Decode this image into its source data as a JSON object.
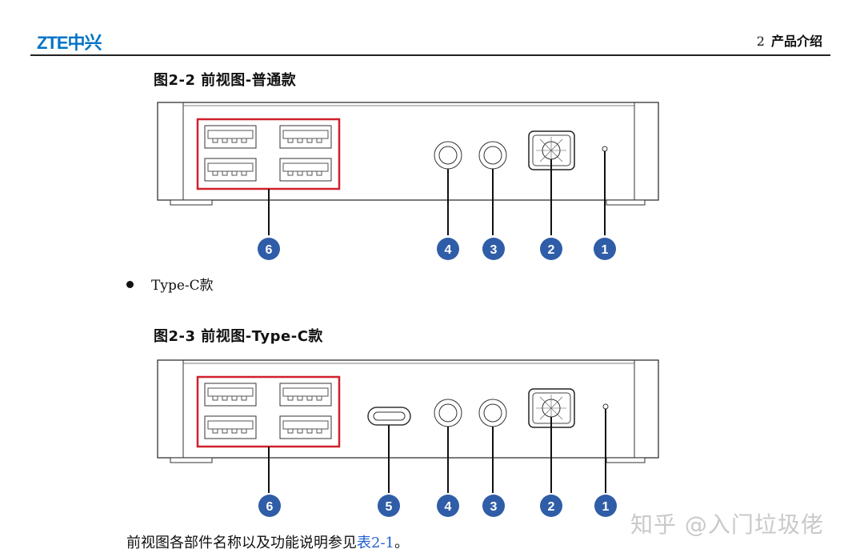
{
  "header": {
    "logo": "ZTE中兴",
    "chapter_number": "2",
    "chapter_title": "产品介绍"
  },
  "figure1": {
    "caption": "图2-2 前视图-普通款",
    "callouts": [
      "6",
      "4",
      "3",
      "2",
      "1"
    ]
  },
  "bullet": {
    "text": "Type-C款"
  },
  "figure2": {
    "caption": "图2-3 前视图-Type-C款",
    "callouts": [
      "6",
      "5",
      "4",
      "3",
      "2",
      "1"
    ]
  },
  "paragraph": {
    "prefix": "前视图各部件名称以及功能说明参见",
    "link": "表2-1",
    "suffix": "。"
  },
  "watermark": {
    "text": "知乎 @入门垃圾佬"
  },
  "colors": {
    "logo": "#0072c6",
    "highlight_box": "#d0202a",
    "callout_circle": "#2f5da8",
    "link": "#1f5fd0"
  }
}
